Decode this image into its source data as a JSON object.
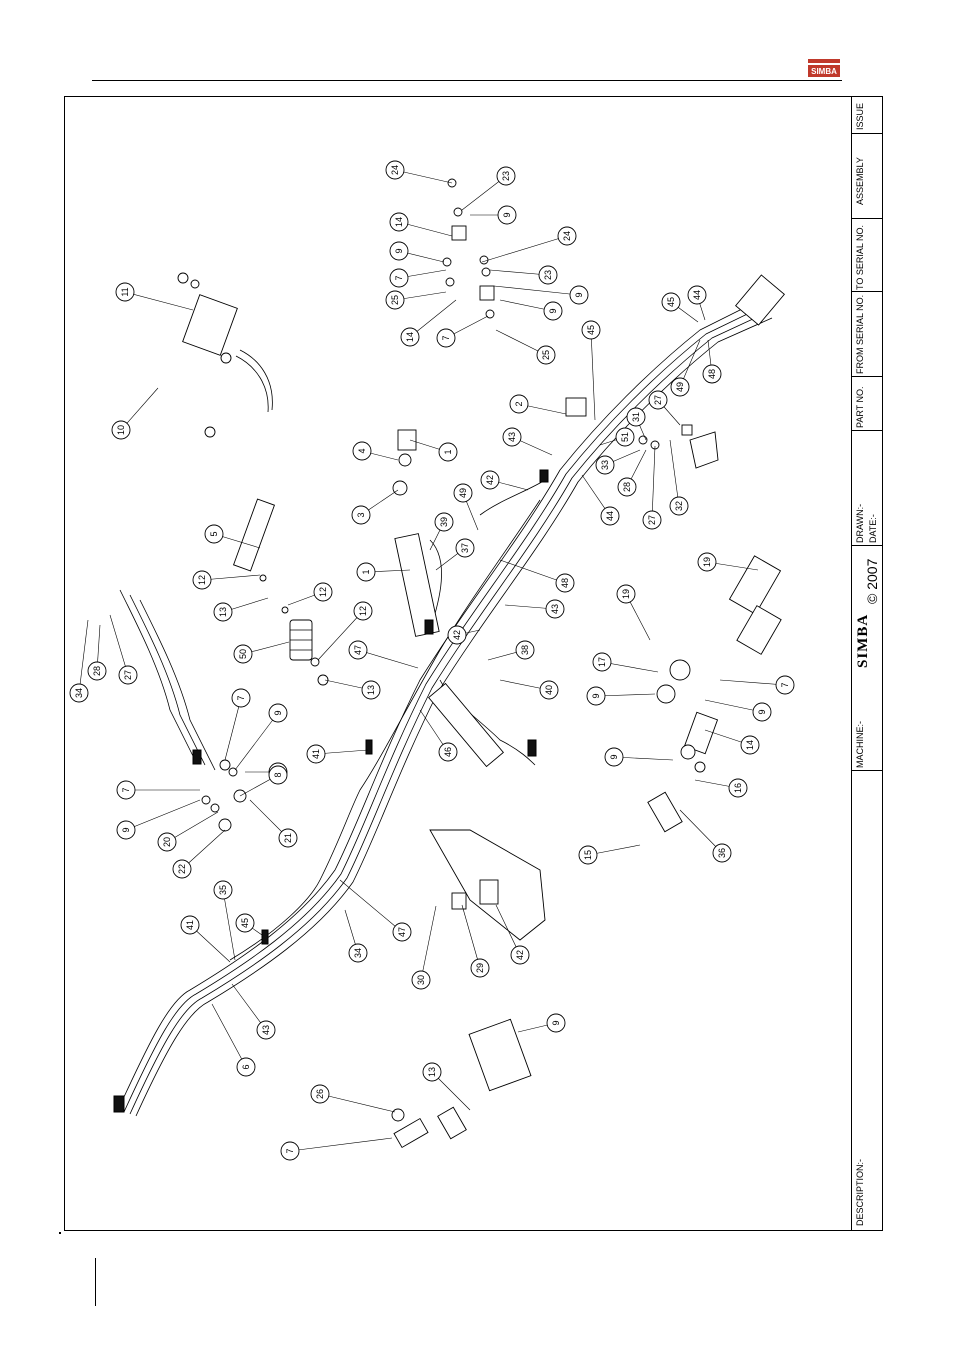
{
  "logo": {
    "text": "SIMBA",
    "color": "#c0392b"
  },
  "titleblock": {
    "issue": "ISSUE",
    "assembly": "ASSEMBLY",
    "to_serial": "TO SERIAL NO.",
    "from_serial": "FROM SERIAL NO.",
    "part_no": "PART NO.",
    "drawn": "DRAWN:-",
    "date": "DATE:-",
    "simba": "SIMBA",
    "copyright": "© 2007",
    "machine": "MACHINE:-",
    "description": "DESCRIPTION:-"
  },
  "callouts": [
    "24",
    "23",
    "9",
    "24",
    "14",
    "9",
    "23",
    "7",
    "9",
    "25",
    "9",
    "14",
    "7",
    "25",
    "11",
    "10",
    "45",
    "44",
    "49",
    "48",
    "2",
    "45",
    "43",
    "51",
    "31",
    "27",
    "33",
    "28",
    "27",
    "32",
    "42",
    "44",
    "4",
    "1",
    "3",
    "49",
    "5",
    "39",
    "37",
    "1",
    "48",
    "12",
    "43",
    "13",
    "12",
    "42",
    "12",
    "50",
    "47",
    "13",
    "38",
    "40",
    "19",
    "19",
    "17",
    "9",
    "7",
    "9",
    "34",
    "28",
    "27",
    "7",
    "9",
    "8",
    "41",
    "46",
    "14",
    "9",
    "16",
    "7",
    "9",
    "8",
    "21",
    "20",
    "22",
    "15",
    "36",
    "35",
    "41",
    "45",
    "47",
    "34",
    "30",
    "29",
    "42",
    "43",
    "6",
    "9",
    "13",
    "26",
    "7"
  ]
}
